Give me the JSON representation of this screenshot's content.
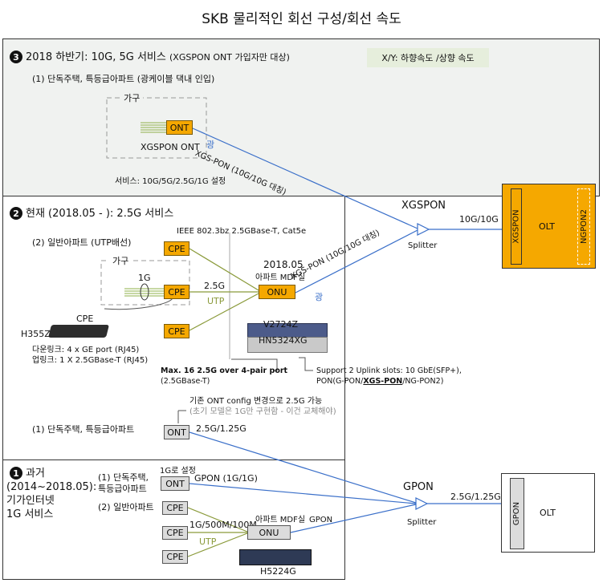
{
  "title": "SKB 물리적인 회선 구성/회선 속도",
  "legend": "X/Y: 하향속도 /상향 속도",
  "sec2018": {
    "number": "3",
    "heading": "2018 하반기: 10G, 5G 서비스",
    "heading_note": "(XGSPON ONT 가입자만 대상)",
    "sub": "(1) 단독주택, 특등급아파트 (광케이블 댁내 인입)",
    "home_label": "가구",
    "ont": "ONT",
    "ont_name": "XGSPON ONT",
    "light": "광",
    "service": "서비스: 10G/5G/2.5G/1G 설정",
    "link": "XGS-PON (10G/10G 대칭)"
  },
  "secNow": {
    "number": "2",
    "heading": "현재 (2018.05 - ): 2.5G 서비스",
    "standard": "IEEE 802.3bz 2.5GBase-T, Cat5e",
    "sub": "(2) 일반아파트 (UTP배선)",
    "home_label": "가구",
    "speed_1g": "1G",
    "speed_25g": "2.5G",
    "utp": "UTP",
    "cpe": "CPE",
    "date": "2018.05",
    "mdf": "아파트 MDF실",
    "onu": "ONU",
    "light": "광",
    "link": "XGS-PON (10G/10G 대칭)",
    "cpe_title": "CPE",
    "cpe_model": "H355Z",
    "downlink": "다운링크: 4 x GE port (RJ45)",
    "uplink": "업링크: 1 X 2.5GBase-T (RJ45)",
    "switch1": "V2724Z",
    "switch2": "HN5324XG",
    "max_ports": "Max. 16 2.5G over 4-pair port",
    "max_ports_sub": "(2.5GBase-T)",
    "support_1": "Support 2 Uplink slots: 10 GbE(SFP+),",
    "support_2_pre": "PON(G-PON/",
    "support_2_bold": "XGS-PON",
    "support_2_post": "/NG-PON2)",
    "config_note": "기존 ONT config 변경으로 2.5G 가능",
    "config_sub": "(초기 모델은 1G만 구현함 - 이건 교체해야)",
    "sub_house": "(1) 단독주택, 특등급아파트",
    "ont": "ONT",
    "speed_house": "2.5G/1.25G"
  },
  "secPast": {
    "number": "1",
    "heading_lines": [
      "과거",
      "(2014~2018.05):",
      "기가인터넷",
      "1G 서비스"
    ],
    "sub1_lines": [
      "(1) 단독주택,",
      "특등급아파트"
    ],
    "set_1g": "1G로 설정",
    "ont": "ONT",
    "gpon_speed": "GPON (1G/1G)",
    "sub2": "(2) 일반아파트",
    "cpe": "CPE",
    "speeds": "1G/500M/100M",
    "utp": "UTP",
    "mdf": "아파트 MDF실",
    "onu": "ONU",
    "gpon": "GPON",
    "model": "H5224G"
  },
  "xgspon": {
    "title": "XGSPON",
    "splitter": "Splitter",
    "speed": "10G/10G",
    "olt": "OLT",
    "port1": "XGSPON",
    "port2": "NGPON2"
  },
  "gpon": {
    "title": "GPON",
    "splitter": "Splitter",
    "speed": "2.5G/1.25G",
    "olt": "OLT",
    "port": "GPON"
  },
  "colors": {
    "yellow": "#f5a800",
    "fiber": "#3a6fc9",
    "utp": "#8a9a3a",
    "panel_bg": "#f0f2f0",
    "legend_bg": "#e6eedc"
  }
}
